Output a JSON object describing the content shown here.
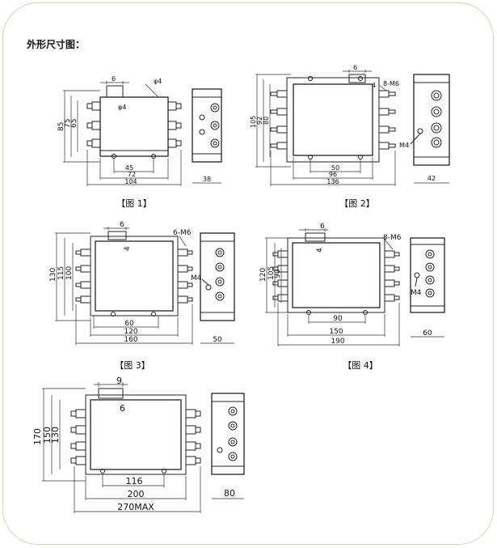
{
  "title": "外形尺寸图：",
  "captions": [
    "【图 1】",
    "【图 2】",
    "【图 3】",
    "【图 4】"
  ],
  "fig1": {
    "hole_top": "6",
    "hole_top2": "φ4",
    "hole_body": "φ4",
    "heights": [
      "85",
      "75",
      "65"
    ],
    "widths": [
      "45",
      "72",
      "104"
    ],
    "depth": "38"
  },
  "fig2": {
    "hole_top": "6",
    "hole_side": "4",
    "thread": "8-M6",
    "heights": [
      "105",
      "92",
      "80"
    ],
    "widths": [
      "50",
      "96",
      "136"
    ],
    "ground": "M4",
    "depth": "42"
  },
  "fig3": {
    "hole_top": "6",
    "hole_side": "4",
    "thread": "6-M6",
    "heights": [
      "130",
      "115",
      "100"
    ],
    "widths": [
      "60",
      "120",
      "160"
    ],
    "ground": "M4",
    "depth": "50"
  },
  "fig4": {
    "hole_top": "6",
    "hole_side": "4",
    "thread": "8-M6",
    "heights": [
      "120",
      "105",
      "90"
    ],
    "widths": [
      "90",
      "150",
      "190"
    ],
    "ground": "M4",
    "depth": "60"
  },
  "fig5": {
    "hole_top": "9",
    "hole_side": "6",
    "heights": [
      "170",
      "150",
      "130"
    ],
    "widths": [
      "116",
      "200",
      "270MAX"
    ],
    "depth": "80"
  }
}
